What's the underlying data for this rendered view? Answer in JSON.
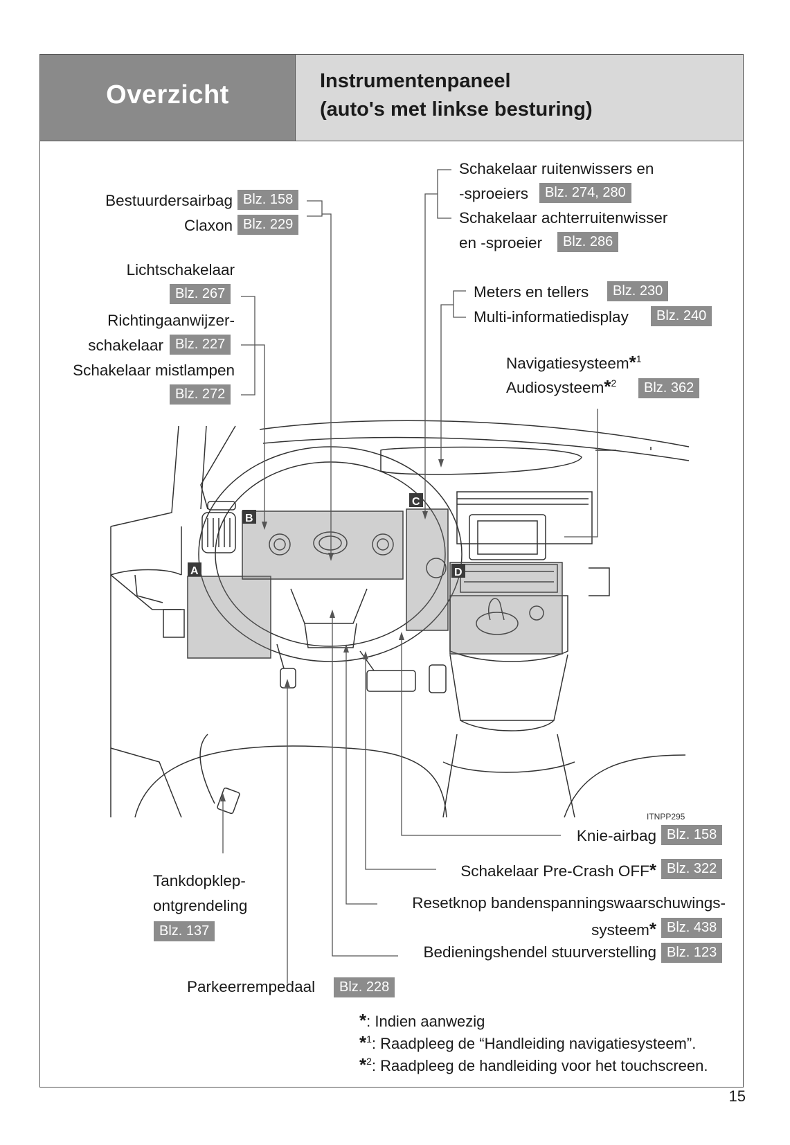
{
  "header": {
    "section": "Overzicht",
    "title_line1": "Instrumentenpaneel",
    "title_line2": "(auto's met linkse besturing)"
  },
  "labels": {
    "driver_airbag": "Bestuurdersairbag",
    "driver_airbag_page": "Blz. 158",
    "horn": "Claxon",
    "horn_page": "Blz. 229",
    "light_switch": "Lichtschakelaar",
    "light_switch_page": "Blz. 267",
    "turn_signal_1": "Richtingaanwijzer-",
    "turn_signal_2": "schakelaar",
    "turn_signal_page": "Blz. 227",
    "fog_switch": "Schakelaar mistlampen",
    "fog_switch_page": "Blz. 272",
    "wiper_1": "Schakelaar ruitenwissers en",
    "wiper_2": "-sproeiers",
    "wiper_page": "Blz. 274, 280",
    "rear_wiper_1": "Schakelaar achterruitenwisser",
    "rear_wiper_2": "en -sproeier",
    "rear_wiper_page": "Blz. 286",
    "meters": "Meters en tellers",
    "meters_page": "Blz. 230",
    "multi_info": "Multi-informatiedisplay",
    "multi_info_page": "Blz. 240",
    "navigation": "Navigatiesysteem",
    "navigation_sup": "1",
    "audio": "Audiosysteem",
    "audio_sup": "2",
    "audio_page": "Blz. 362",
    "knee_airbag": "Knie-airbag",
    "knee_airbag_page": "Blz. 158",
    "precrash": "Schakelaar Pre-Crash OFF",
    "precrash_page": "Blz. 322",
    "tpms_1": "Resetknop bandenspanningswaarschuwings-",
    "tpms_2": "systeem",
    "tpms_page": "Blz. 438",
    "steering_lever": "Bedieningshendel stuurverstelling",
    "steering_lever_page": "Blz. 123",
    "fuel_door_1": "Tankdopklep-",
    "fuel_door_2": "ontgrendeling",
    "fuel_door_page": "Blz. 137",
    "parking_pedal": "Parkeerrempedaal",
    "parking_pedal_page": "Blz. 228"
  },
  "figure": {
    "code": "ITNPP295",
    "callouts": [
      "A",
      "B",
      "C",
      "D"
    ]
  },
  "notes": {
    "asterisk": "*",
    "n1_mark": "1",
    "n2_mark": "2",
    "n0": ": Indien aanwezig",
    "n1": ": Raadpleeg de “Handleiding navigatiesysteem”.",
    "n2": ": Raadpleeg de handleiding voor het touchscreen."
  },
  "page_number": "15"
}
